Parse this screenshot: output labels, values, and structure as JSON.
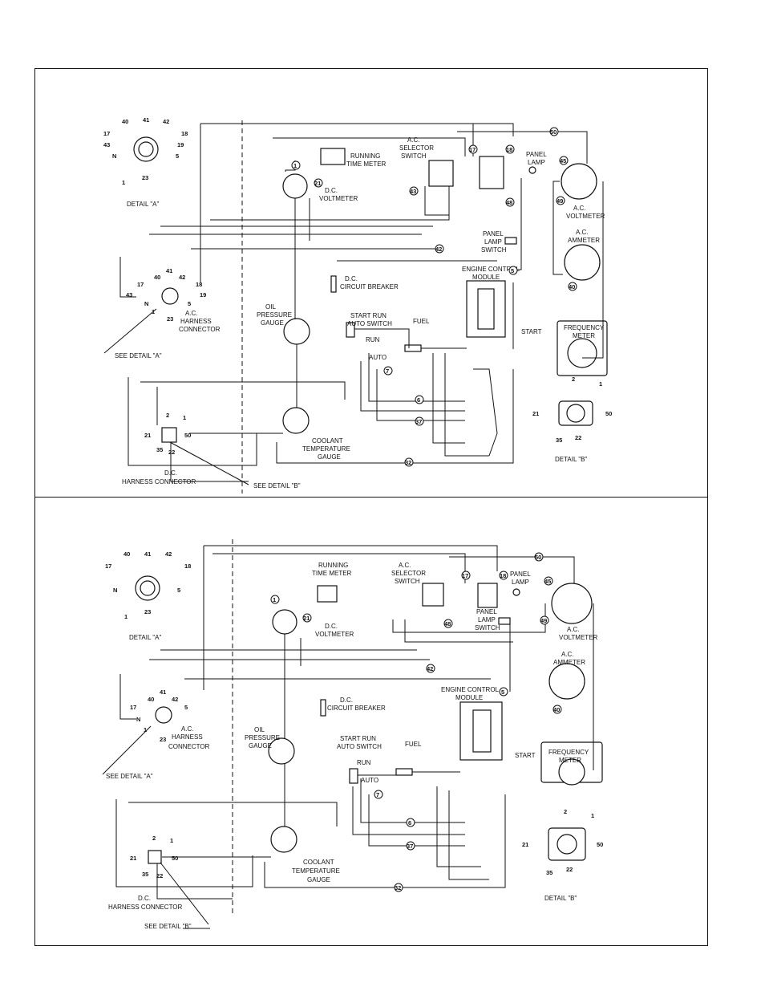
{
  "labels": {
    "detail_a": "DETAIL \"A\"",
    "detail_b": "DETAIL \"B\"",
    "see_detail_a": "SEE DETAIL \"A\"",
    "see_detail_b": "SEE DETAIL \"B\"",
    "running_time_meter_1": "RUNNING",
    "running_time_meter_2": "TIME METER",
    "dc_voltmeter_1": "D.C.",
    "dc_voltmeter_2": "VOLTMETER",
    "ac_selector_1": "A.C.",
    "ac_selector_2": "SELECTOR",
    "ac_selector_3": "SWITCH",
    "panel_lamp_1": "PANEL",
    "panel_lamp_2": "LAMP",
    "ac_voltmeter_1": "A.C.",
    "ac_voltmeter_2": "VOLTMETER",
    "ac_ammeter_1": "A.C.",
    "ac_ammeter_2": "AMMETER",
    "panel_lamp_switch_1": "PANEL",
    "panel_lamp_switch_2": "LAMP",
    "panel_lamp_switch_3": "SWITCH",
    "dc_breaker_1": "D.C.",
    "dc_breaker_2": "CIRCUIT BREAKER",
    "ecm_1": "ENGINE CONTROL",
    "ecm_2": "MODULE",
    "oil_1": "OIL",
    "oil_2": "PRESSURE",
    "oil_3": "GAUGE",
    "start_run_1": "START RUN",
    "start_run_2": "AUTO SWITCH",
    "run": "RUN",
    "auto": "AUTO",
    "fuel": "FUEL",
    "start": "START",
    "freq_1": "FREQUENCY",
    "freq_2": "METER",
    "ac_harness_1": "A.C.",
    "ac_harness_2": "HARNESS",
    "ac_harness_3": "CONNECTOR",
    "coolant_1": "COOLANT",
    "coolant_2": "TEMPERATURE",
    "coolant_3": "GAUGE",
    "dc_harness_1": "D.C.",
    "dc_harness_2": "HARNESS CONNECTOR"
  },
  "wire_numbers": {
    "detail_a": [
      "40",
      "41",
      "42",
      "17",
      "18",
      "43",
      "19",
      "N",
      "5",
      "1",
      "23"
    ],
    "detail_b": [
      "2",
      "1",
      "21",
      "50",
      "35",
      "22"
    ],
    "ac_harness": [
      "41",
      "40",
      "42",
      "17",
      "18",
      "43",
      "19",
      "N",
      "5",
      "1",
      "23"
    ],
    "dc_harness": [
      "2",
      "1",
      "21",
      "50",
      "35",
      "22"
    ],
    "misc": [
      "1",
      "21",
      "50",
      "18",
      "17",
      "45",
      "49",
      "43",
      "48",
      "42",
      "40",
      "6",
      "37",
      "32",
      "7",
      "5"
    ]
  }
}
